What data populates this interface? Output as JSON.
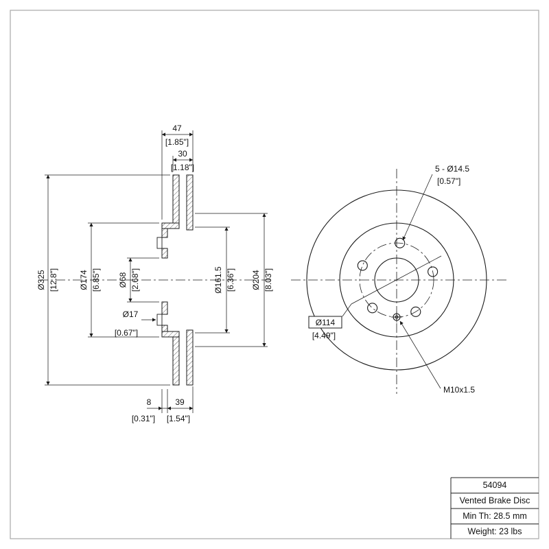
{
  "drawing": {
    "side_view": {
      "width_total_mm": "47",
      "width_total_in": "[1.85\"]",
      "width_disc_mm": "30",
      "width_disc_in": "[1.18\"]",
      "outer_dia_mm": "Ø325",
      "outer_dia_in": "[12.8\"]",
      "hat_dia_mm": "Ø174",
      "hat_dia_in": "[6.85\"]",
      "bore_dia_mm": "Ø68",
      "bore_dia_in": "[2.68\"]",
      "hole_dia_mm": "Ø17",
      "hole_dia_in": "[0.67\"]",
      "inner_friction_dia_mm": "Ø161.5",
      "inner_friction_dia_in": "[6.36\"]",
      "flange_dia_mm": "Ø204",
      "flange_dia_in": "[8.03\"]",
      "hat_thickness_mm": "8",
      "hat_thickness_in": "[0.31\"]",
      "disc_offset_mm": "39",
      "disc_offset_in": "[1.54\"]"
    },
    "front_view": {
      "bolt_holes_label": "5 - Ø14.5",
      "bolt_holes_in": "[0.57\"]",
      "bolt_circle_mm": "Ø114",
      "bolt_circle_in": "[4.49\"]",
      "thread_spec": "M10x1.5"
    },
    "title_block": {
      "part_number": "54094",
      "product_type": "Vented Brake Disc",
      "min_thickness": "Min Th: 28.5 mm",
      "weight": "Weight: 23 lbs"
    }
  }
}
